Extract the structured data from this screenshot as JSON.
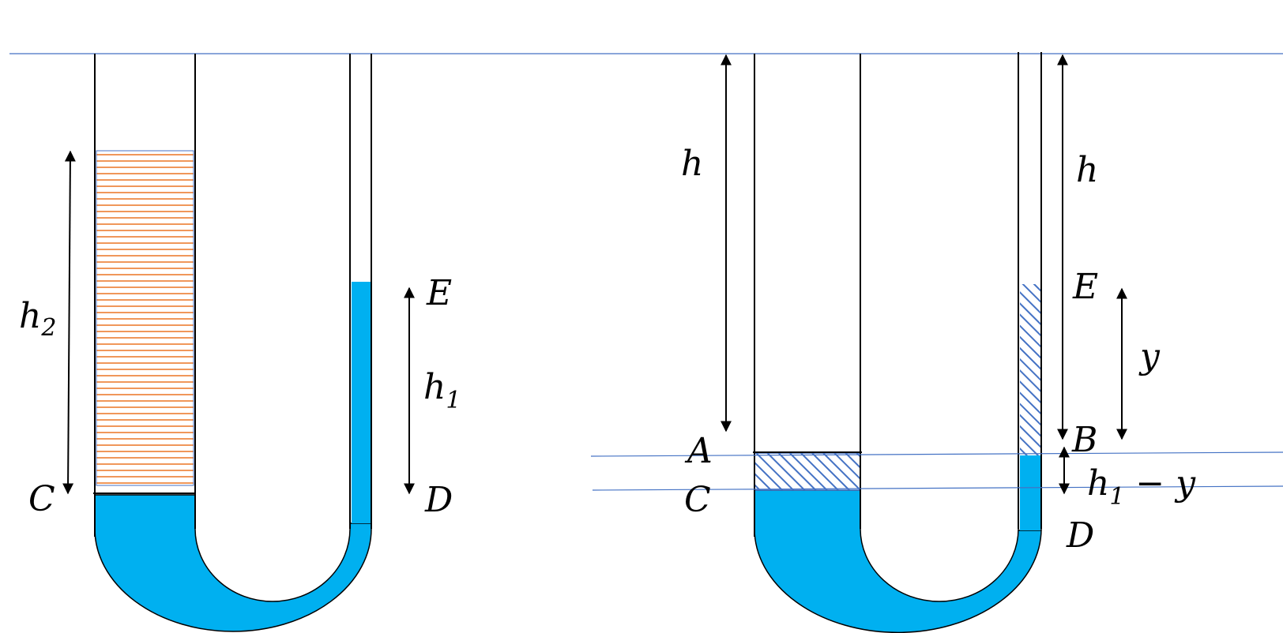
{
  "colors": {
    "water": "#00B0F0",
    "oil_lines": "#ED7D31",
    "hatch": "#4472C4",
    "guide_line": "#4472C4",
    "outline": "#000000"
  },
  "left_diagram": {
    "labels": {
      "h2": "h",
      "h2_sub": "2",
      "h1": "h",
      "h1_sub": "1",
      "C": "C",
      "D": "D",
      "E": "E"
    }
  },
  "right_diagram": {
    "labels": {
      "h_left": "h",
      "h_right": "h",
      "A": "A",
      "B": "B",
      "C": "C",
      "D": "D",
      "E": "E",
      "y": "y",
      "h1y_h": "h",
      "h1y_sub": "1",
      "h1y_rest": " − y"
    }
  }
}
